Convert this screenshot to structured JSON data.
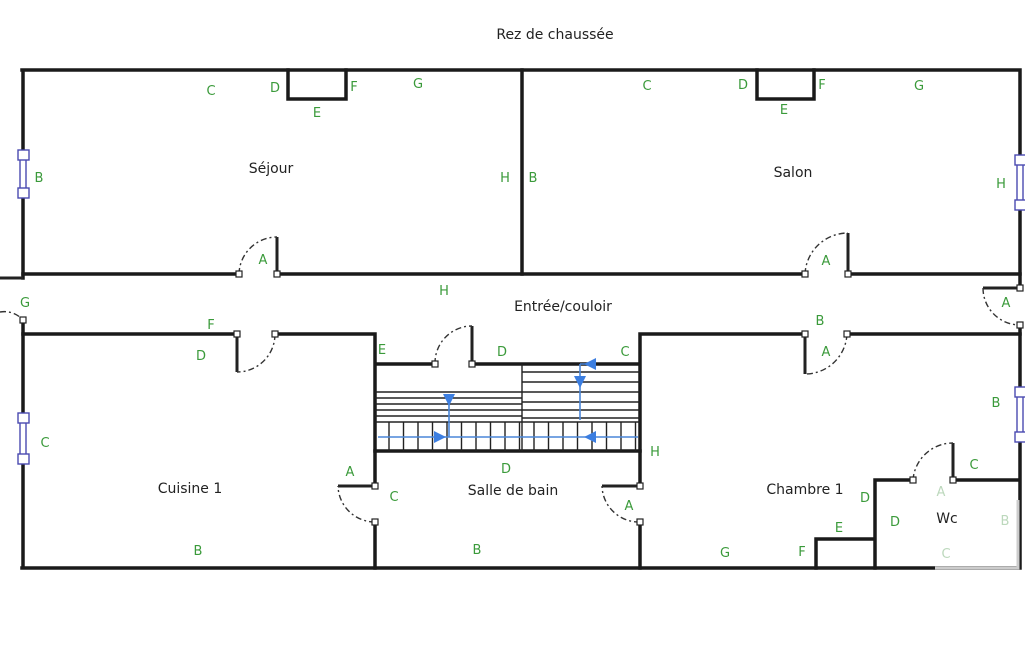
{
  "title": "Rez de chaussée",
  "rooms": {
    "sejour": "Séjour",
    "salon": "Salon",
    "entree": "Entrée/couloir",
    "cuisine": "Cuisine 1",
    "salle_de_bain": "Salle de bain",
    "chambre": "Chambre 1",
    "wc": "Wc"
  },
  "wall_labels": [
    "C",
    "D",
    "F",
    "G",
    "E",
    "H",
    "B",
    "B",
    "A",
    "C",
    "D",
    "F",
    "G",
    "E",
    "H",
    "A",
    "H",
    "G",
    "A",
    "F",
    "D",
    "E",
    "D",
    "C",
    "B",
    "A",
    "B",
    "C",
    "H",
    "D",
    "A",
    "C",
    "A",
    "C",
    "A",
    "D",
    "D",
    "E",
    "B",
    "F",
    "G",
    "C",
    "B",
    "B"
  ],
  "colors": {
    "label": "#3a9a3a",
    "wall": "#1a1a1a",
    "stair_arrow": "#3c7ee0",
    "window": "#4a4ab0"
  }
}
